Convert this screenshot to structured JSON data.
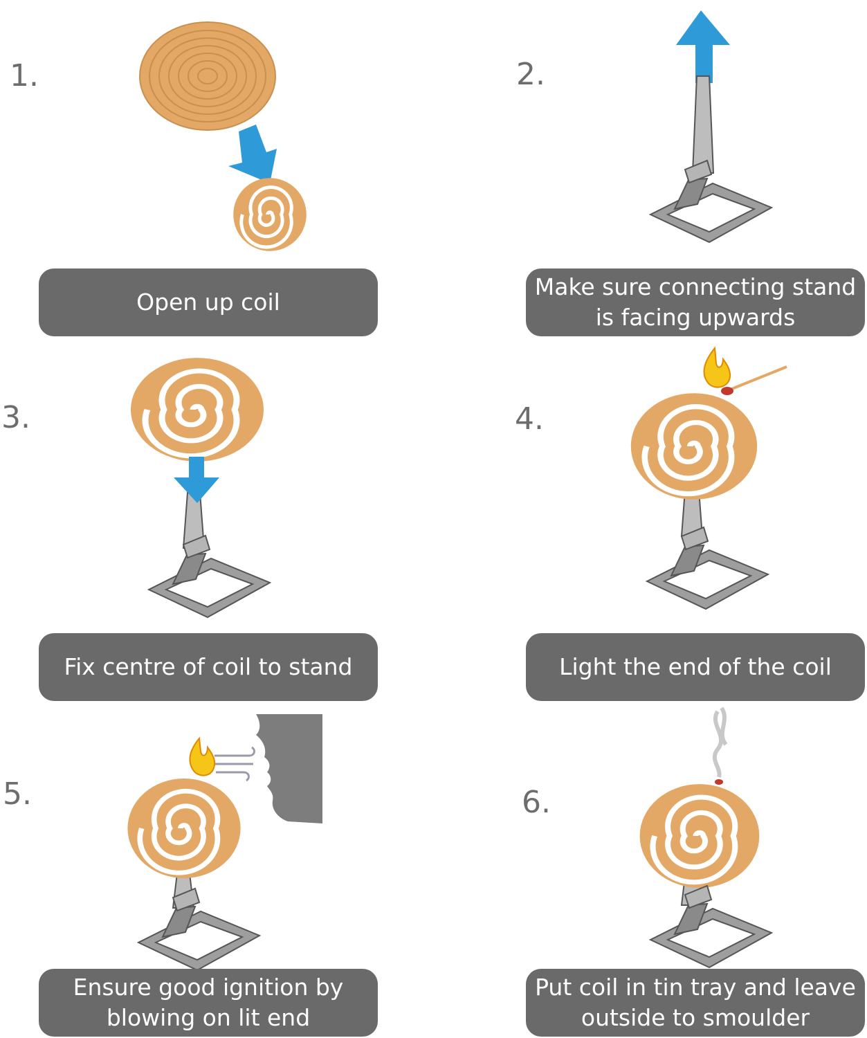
{
  "steps": [
    {
      "number": "1.",
      "caption": "Open up coil"
    },
    {
      "number": "2.",
      "caption": "Make sure connecting stand is facing upwards"
    },
    {
      "number": "3.",
      "caption": "Fix centre of coil to stand"
    },
    {
      "number": "4.",
      "caption": "Light the end of the coil"
    },
    {
      "number": "5.",
      "caption": "Ensure good ignition by blowing on lit end"
    },
    {
      "number": "6.",
      "caption": "Put coil in tin tray and leave outside to smoulder"
    }
  ],
  "colors": {
    "coil": "#e3a865",
    "coil_light": "#eab274",
    "arrow": "#2f9ad8",
    "stand": "#9e9e9e",
    "stand_outline": "#555555",
    "caption_bg": "#6a6a6a",
    "flame": "#f5c518",
    "smoke": "#c8c8c8"
  },
  "icons": [
    "coil-spiral-icon",
    "arrow-down-icon",
    "arrow-up-icon",
    "coil-stand-icon",
    "flame-icon",
    "match-icon",
    "face-silhouette-icon",
    "wind-icon",
    "smoke-icon"
  ]
}
